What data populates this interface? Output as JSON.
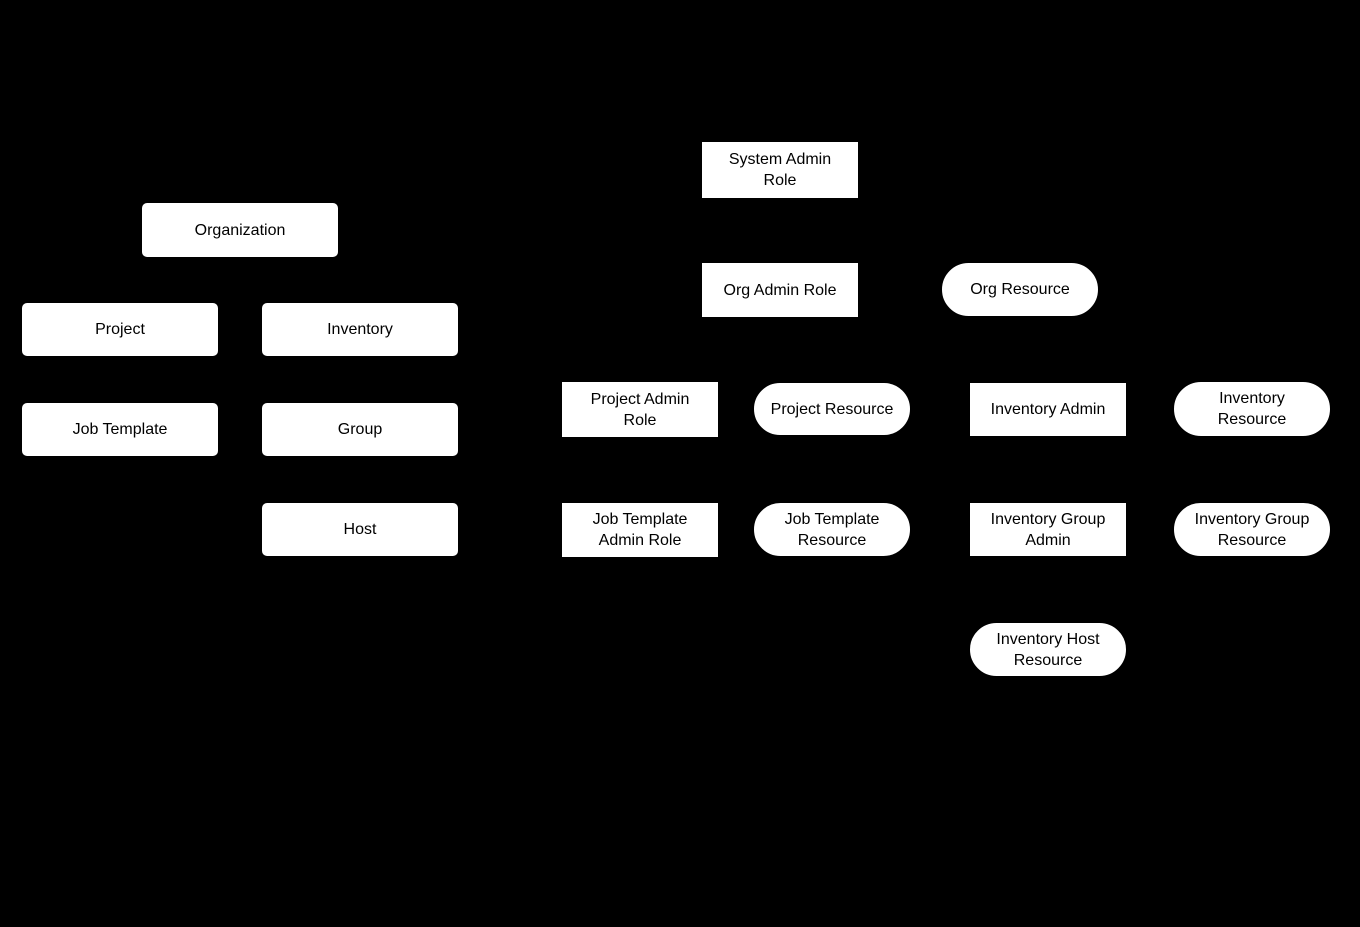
{
  "diagram": {
    "background_color": "#000000",
    "node_fill_color": "#ffffff",
    "node_text_color": "#000000",
    "nodes": {
      "organization": {
        "label": "Organization"
      },
      "project": {
        "label": "Project"
      },
      "inventory": {
        "label": "Inventory"
      },
      "job_template": {
        "label": "Job Template"
      },
      "group": {
        "label": "Group"
      },
      "host": {
        "label": "Host"
      },
      "system_admin_role": {
        "label": "System Admin\nRole"
      },
      "org_admin_role": {
        "label": "Org Admin Role"
      },
      "org_resource": {
        "label": "Org Resource"
      },
      "project_admin_role": {
        "label": "Project Admin\nRole"
      },
      "project_resource": {
        "label": "Project Resource"
      },
      "inventory_admin": {
        "label": "Inventory Admin"
      },
      "inventory_resource": {
        "label": "Inventory\nResource"
      },
      "job_template_admin_role": {
        "label": "Job Template\nAdmin Role"
      },
      "job_template_resource": {
        "label": "Job Template\nResource"
      },
      "inventory_group_admin": {
        "label": "Inventory Group\nAdmin"
      },
      "inventory_group_resource": {
        "label": "Inventory Group\nResource"
      },
      "inventory_host_resource": {
        "label": "Inventory Host\nResource"
      }
    }
  }
}
